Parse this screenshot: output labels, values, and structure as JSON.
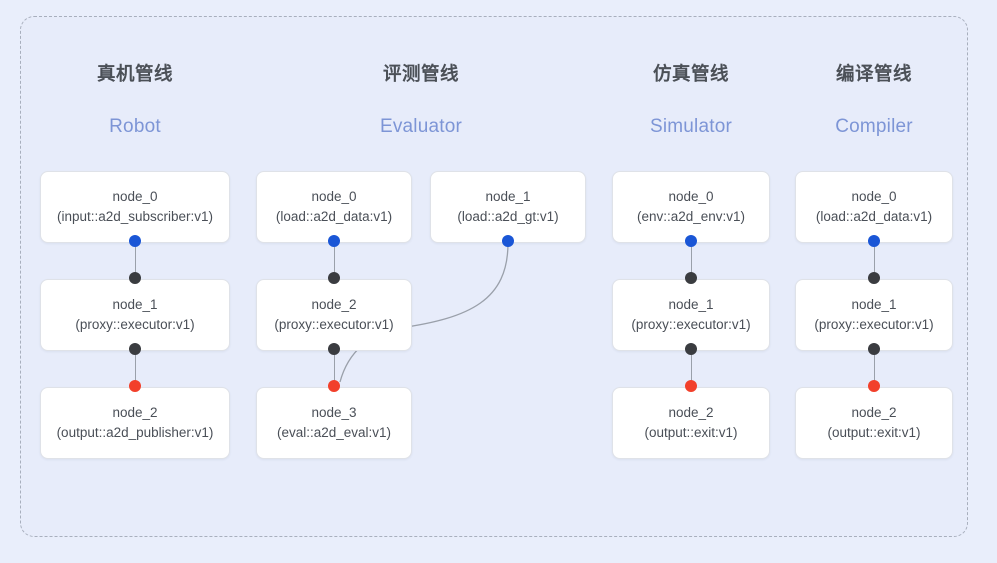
{
  "diagram": {
    "background_color": "#e9eefb",
    "frame_color": "#a8afbd",
    "accent_color": "#7d95d6",
    "port_colors": {
      "input": "#1a56d6",
      "middle": "#3a3c40",
      "output": "#f2402b"
    }
  },
  "columns": [
    {
      "title_cn": "真机管线",
      "title_en": "Robot",
      "nodes": [
        {
          "id": "node_0",
          "type": "(input::a2d_subscriber:v1)"
        },
        {
          "id": "node_1",
          "type": "(proxy::executor:v1)"
        },
        {
          "id": "node_2",
          "type": "(output::a2d_publisher:v1)"
        }
      ]
    },
    {
      "title_cn": "评测管线",
      "title_en": "Evaluator",
      "nodes": [
        {
          "id": "node_0",
          "type": "(load::a2d_data:v1)"
        },
        {
          "id": "node_1",
          "type": "(load::a2d_gt:v1)"
        },
        {
          "id": "node_2",
          "type": "(proxy::executor:v1)"
        },
        {
          "id": "node_3",
          "type": "(eval::a2d_eval:v1)"
        }
      ]
    },
    {
      "title_cn": "仿真管线",
      "title_en": "Simulator",
      "nodes": [
        {
          "id": "node_0",
          "type": "(env::a2d_env:v1)"
        },
        {
          "id": "node_1",
          "type": "(proxy::executor:v1)"
        },
        {
          "id": "node_2",
          "type": "(output::exit:v1)"
        }
      ]
    },
    {
      "title_cn": "编译管线",
      "title_en": "Compiler",
      "nodes": [
        {
          "id": "node_0",
          "type": "(load::a2d_data:v1)"
        },
        {
          "id": "node_1",
          "type": "(proxy::executor:v1)"
        },
        {
          "id": "node_2",
          "type": "(output::exit:v1)"
        }
      ]
    }
  ]
}
